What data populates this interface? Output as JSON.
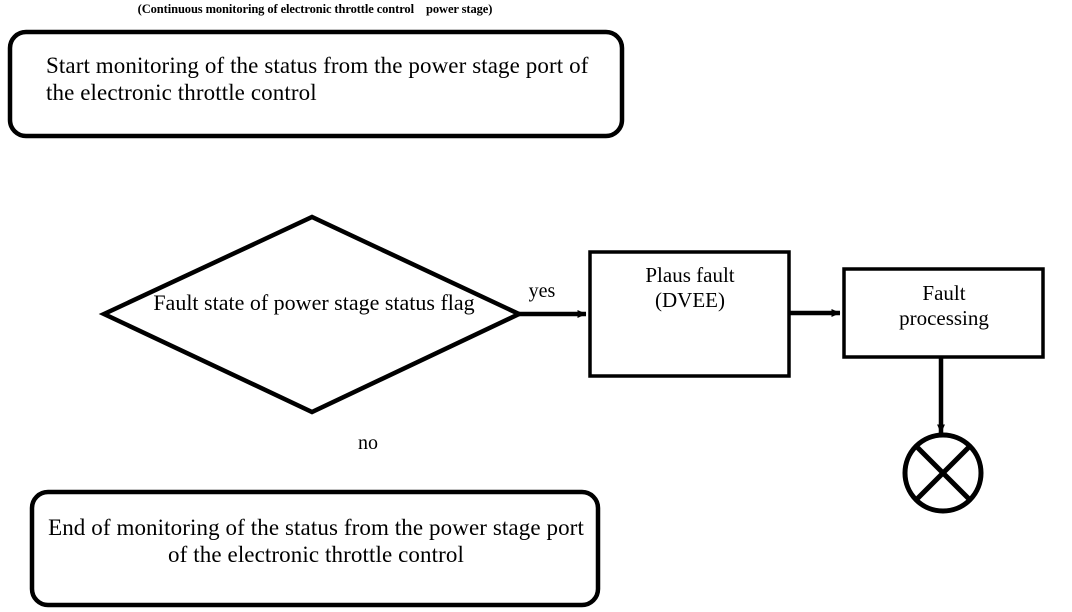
{
  "diagram": {
    "title_caption": "(Continuous monitoring of electronic throttle control    power stage)",
    "background_color": "#ffffff",
    "stroke_color": "#000000",
    "nodes": {
      "start": {
        "shape": "rounded-rectangle",
        "text": "Start monitoring of the status from the power stage port of the electronic throttle control"
      },
      "decision": {
        "shape": "diamond",
        "text": "Fault state of power stage status flag"
      },
      "plaus_fault": {
        "shape": "rectangle",
        "text": "Plaus fault\n(DVEE)"
      },
      "fault_processing": {
        "shape": "rectangle",
        "text": "Fault\nprocessing"
      },
      "connector": {
        "shape": "circle-with-cross",
        "text": ""
      },
      "end": {
        "shape": "rounded-rectangle",
        "text": "End of monitoring of the status from the power stage port of the electronic throttle control"
      }
    },
    "edges": {
      "yes_label": "yes",
      "no_label": "no"
    }
  }
}
